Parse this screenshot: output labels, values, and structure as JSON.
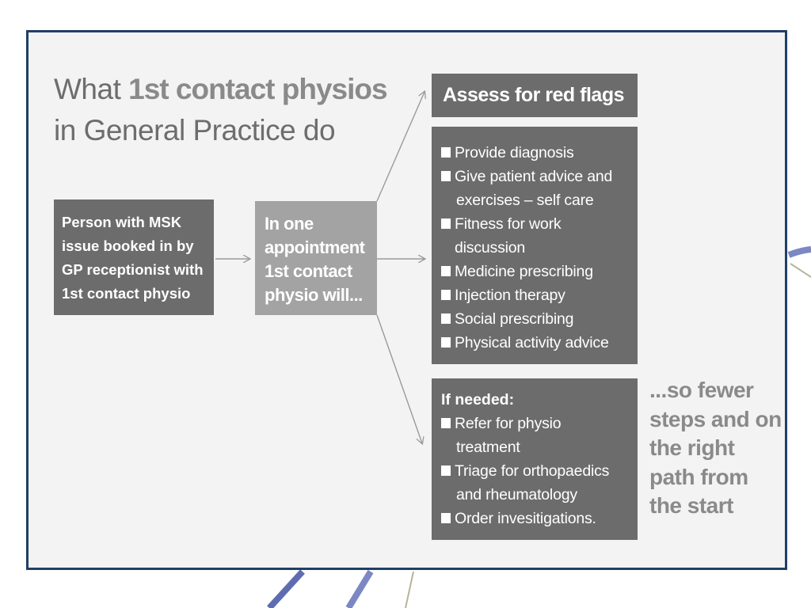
{
  "title": {
    "prefix": "What ",
    "emphasis": "1st contact physios",
    "line2": "in General Practice do"
  },
  "person_box": {
    "text": "Person with MSK issue booked in by GP receptionist with 1st contact physio"
  },
  "appointment_box": {
    "text": "In one appointment 1st contact physio will..."
  },
  "red_flags_box": {
    "text": "Assess for red flags"
  },
  "services_list": {
    "items": [
      "Provide diagnosis",
      "Give patient advice and",
      "exercises – self care",
      "Fitness for work discussion",
      "Medicine prescribing",
      "Injection therapy",
      "Social prescribing",
      "Physical activity advice"
    ]
  },
  "if_needed_box": {
    "heading": "If needed:",
    "items": [
      "Refer for physio",
      "treatment",
      "Triage for orthopaedics",
      "and rheumatology",
      "Order invesitigations."
    ]
  },
  "tagline": {
    "text": "...so fewer steps and on the right path from the start"
  },
  "colors": {
    "frame_border": "#1f3f66",
    "dark_box": "#6c6c6c",
    "light_box": "#a3a3a3",
    "text_grey": "#8a8a8a"
  }
}
